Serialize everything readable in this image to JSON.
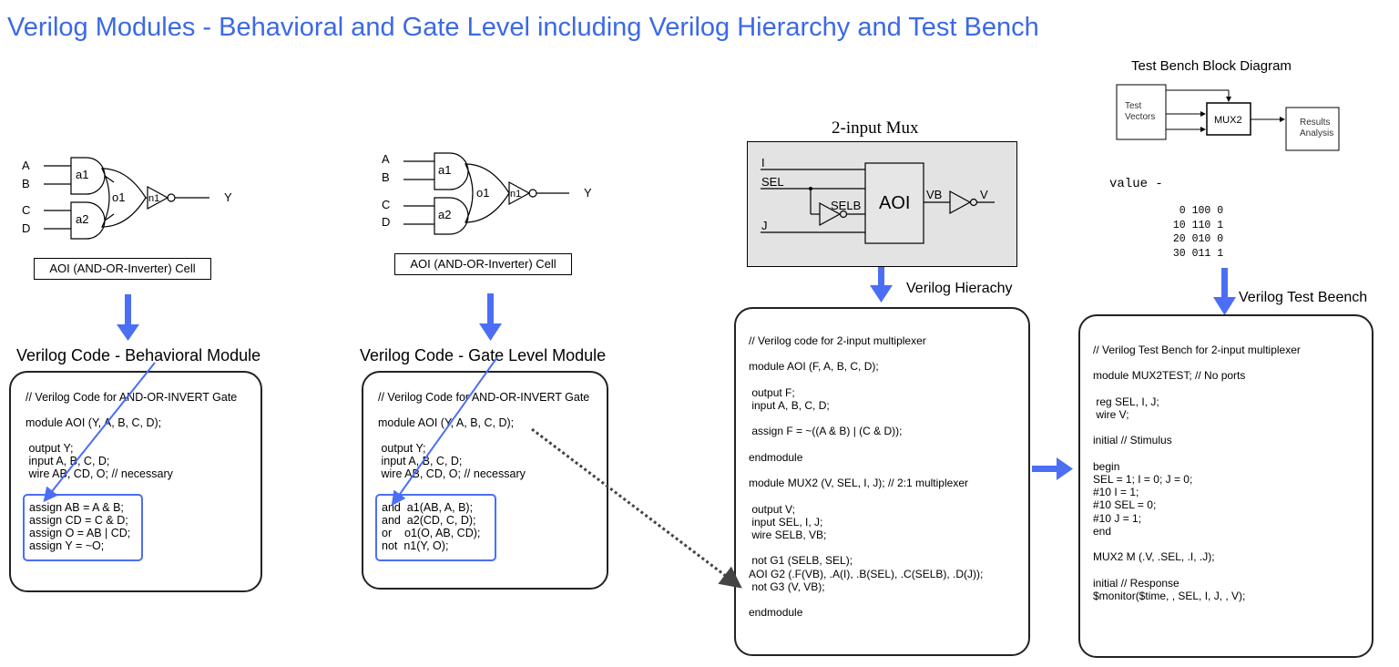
{
  "title": "Verilog Modules - Behavioral and Gate Level including Verilog Hierarchy and Test Bench",
  "aoi_diagram": {
    "inputs": [
      "A",
      "B",
      "C",
      "D"
    ],
    "gates": [
      "a1",
      "a2",
      "o1",
      "n1"
    ],
    "output": "Y",
    "caption": "AOI (AND-OR-Inverter) Cell"
  },
  "behavioral": {
    "heading": "Verilog Code - Behavioral Module",
    "lines": [
      "// Verilog Code for AND-OR-INVERT Gate",
      "",
      "module AOI (Y, A, B, C, D);",
      "",
      " output Y;",
      " input A, B, C, D;",
      " wire AB, CD, O; // necessary"
    ],
    "highlight": [
      "assign AB = A & B;",
      "assign CD = C & D;",
      "assign O = AB | CD;",
      "assign Y = ~O;"
    ]
  },
  "gate_level": {
    "heading": "Verilog Code - Gate Level Module",
    "lines": [
      "// Verilog Code for AND-OR-INVERT Gate",
      "",
      "module AOI (Y, A, B, C, D);",
      "",
      " output Y;",
      " input A, B, C, D;",
      " wire AB, CD, O; // necessary"
    ],
    "highlight": [
      "and  a1(AB, A, B);",
      "and  a2(CD, C, D);",
      "or    o1(O, AB, CD);",
      "not  n1(Y, O);"
    ]
  },
  "mux": {
    "title": "2-input Mux",
    "signals": [
      "I",
      "SEL",
      "J",
      "SELB",
      "AOI",
      "VB",
      "V"
    ],
    "heading": "Verilog Hierachy",
    "lines": [
      "// Verilog code for 2-input multiplexer",
      "",
      "module AOI (F, A, B, C, D);",
      "",
      " output F;",
      " input A, B, C, D;",
      "",
      " assign F = ~((A & B) | (C & D));",
      "",
      "endmodule",
      "",
      "module MUX2 (V, SEL, I, J); // 2:1 multiplexer",
      "",
      " output V;",
      " input SEL, I, J;",
      " wire SELB, VB;",
      "",
      " not G1 (SELB, SEL);",
      "AOI G2 (.F(VB), .A(I), .B(SEL), .C(SELB), .D(J));",
      " not G3 (V, VB);",
      "",
      "endmodule"
    ]
  },
  "testbench": {
    "diagram_title": "Test Bench Block Diagram",
    "blocks": {
      "vectors": "Test\nVectors",
      "mux": "MUX2",
      "results": "Results\nAnalysis"
    },
    "value_label": "value -",
    "values": [
      "  0 100 0",
      " 10 110 1",
      " 20 010 0",
      " 30 011 1"
    ],
    "heading": "Verilog Test Beench",
    "lines": [
      "// Verilog Test Bench for 2-input multiplexer",
      "",
      "module MUX2TEST; // No ports",
      "",
      " reg SEL, I, J;",
      " wire V;",
      "",
      "initial // Stimulus",
      "",
      "begin",
      "SEL = 1; I = 0; J = 0;",
      "#10 I = 1;",
      "#10 SEL = 0;",
      "#10 J = 1;",
      "end",
      "",
      "MUX2 M (.V, .SEL, .I, .J);",
      "",
      "initial // Response",
      "$monitor($time, , SEL, I, J, , V);"
    ]
  },
  "colors": {
    "title": "#3b69e6",
    "arrow": "#4b6ef5",
    "mux_bg": "#e3e3e3"
  }
}
